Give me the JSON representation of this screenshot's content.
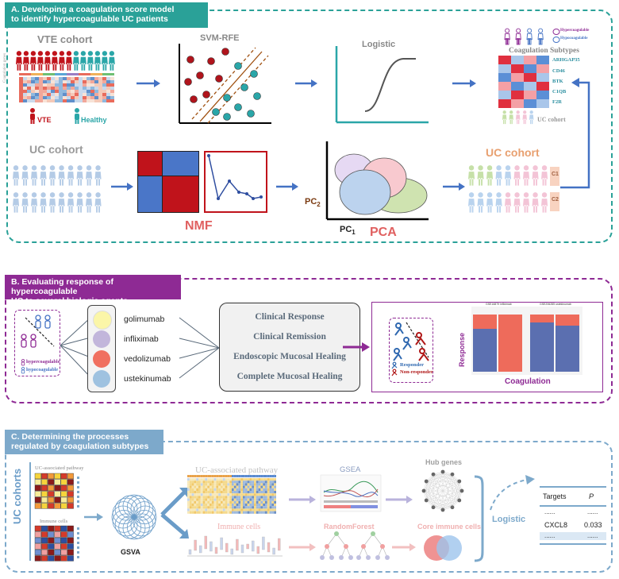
{
  "colors": {
    "panel_a": "#2aa198",
    "panel_b": "#8e2a94",
    "panel_c": "#7da9cb",
    "arrow": "#4472c4",
    "red": "#c0131b",
    "teal": "#2aa6a8",
    "orange": "#e8a070"
  },
  "panel_a": {
    "title": "A. Developing a coagulation score model\nto identify hypercoagulable UC patients",
    "vte_cohort": "VTE cohort",
    "vte_label": "VTE",
    "healthy_label": "Healthy",
    "axis_small": "Coagulation genes",
    "svm_label": "SVM-RFE",
    "logistic_label": "Logistic",
    "legend_hyper": "Hypercoagulable",
    "legend_hypo": "Hypocoagulable",
    "subtypes_label": "Coagulation Subtypes",
    "genes": [
      "ARHGAP35",
      "CD46",
      "BTK",
      "C1QB",
      "F2R"
    ],
    "uc_cohort_small": "UC cohort",
    "uc_cohort": "UC cohort",
    "nmf_label": "NMF",
    "pca_label": "PCA",
    "pc2_label": "PC",
    "pc2_sub": "2",
    "pc1_label": "PC",
    "pc1_sub": "1",
    "uc_cohort_right": "UC cohort",
    "c1": "C1",
    "c2": "C2"
  },
  "panel_b": {
    "title": "B. Evaluating response of hypercoagulable\nUC to several biologic agents",
    "legend_hyper": "hypercoagulable",
    "legend_hypo": "hypocoagulable",
    "drugs": [
      {
        "name": "golimumab",
        "color": "#fbf6a8"
      },
      {
        "name": "infliximab",
        "color": "#c2b6db"
      },
      {
        "name": "vedolizumab",
        "color": "#f07060"
      },
      {
        "name": "ustekinumab",
        "color": "#9fc2e0"
      }
    ],
    "outcomes": [
      "Clinical Response",
      "Clinical Remission",
      "Endoscopic Mucosal Healing",
      "Complete Mucosal Healing"
    ],
    "responder": "Responder",
    "non_responder": "Non-responder",
    "ylabel": "Response",
    "xlabel": "Coagulation",
    "chart1_title": "GSE16879 infliximab",
    "chart2_title": "GSE206285 ustekinumab"
  },
  "panel_c": {
    "title": "C. Determining the processes\nregulated by coagulation subtypes",
    "uc_cohorts": "UC cohorts",
    "uc_pathway_small": "UC-associated pathway",
    "immune_small": "Immune cells",
    "gsva": "GSVA",
    "uc_pathway_large": "UC-associated pathway",
    "immune_large": "Immune cells",
    "gsea": "GSEA",
    "random_forest": "RandomForest",
    "hub_genes": "Hub genes",
    "core_immune": "Core immune cells",
    "logistic": "Logistic",
    "table_header_targets": "Targets",
    "table_header_p": "P",
    "table_rows": [
      [
        "......",
        "......"
      ],
      [
        "CXCL8",
        "0.033"
      ],
      [
        "......",
        "......"
      ]
    ]
  }
}
